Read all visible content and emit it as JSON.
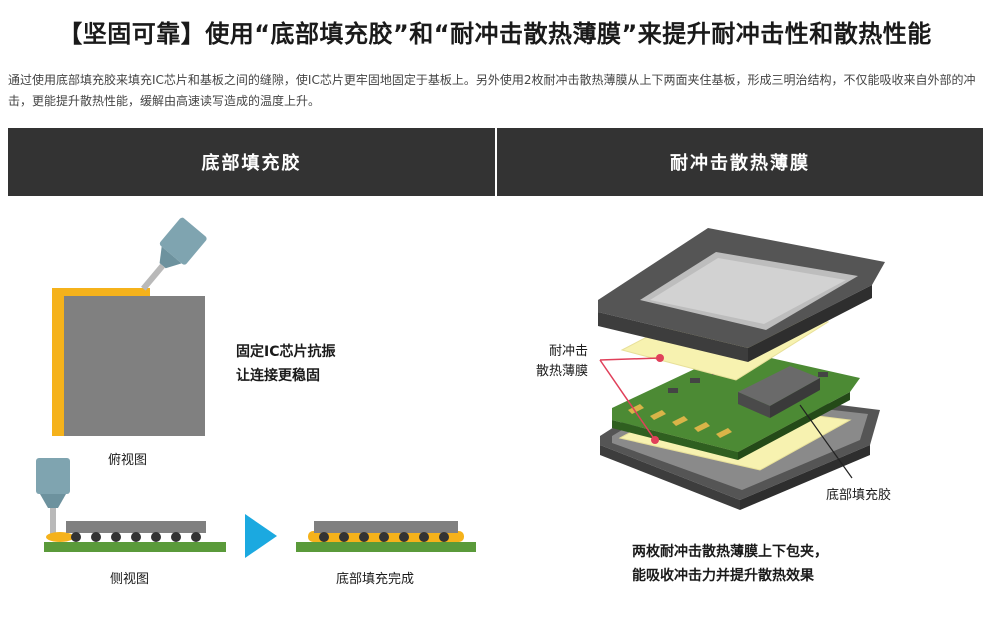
{
  "header": {
    "title": "【坚固可靠】使用“底部填充胶”和“耐冲击散热薄膜”来提升耐冲击性和散热性能",
    "description": "通过使用底部填充胶来填充IC芯片和基板之间的缝隙，使IC芯片更牢固地固定于基板上。另外使用2枚耐冲击散热薄膜从上下两面夹住基板，形成三明治结构，不仅能吸收来自外部的冲击，更能提升散热性能，缓解由高速读写造成的温度上升。"
  },
  "left_panel": {
    "heading": "底部填充胶",
    "caption_line1": "固定IC芯片抗振",
    "caption_line2": "让连接更稳固",
    "top_view_label": "俯视图",
    "side_view_label": "侧视图",
    "complete_label": "底部填充完成"
  },
  "right_panel": {
    "heading": "耐冲击散热薄膜",
    "film_label_line1": "耐冲击",
    "film_label_line2": "散热薄膜",
    "underfill_label": "底部填充胶",
    "caption_line1": "两枚耐冲击散热薄膜上下包夹，",
    "caption_line2": "能吸收冲击力并提升散热效果"
  },
  "colors": {
    "header_bg": "#333333",
    "underfill_yellow": "#f5b21b",
    "chip_gray": "#808080",
    "board_green": "#5a9a3a",
    "film_yellow": "#f7f2b0",
    "nozzle_blue": "#7fa4b0",
    "arrow_blue": "#1ba9e0",
    "pointer_red": "#e0405a"
  }
}
